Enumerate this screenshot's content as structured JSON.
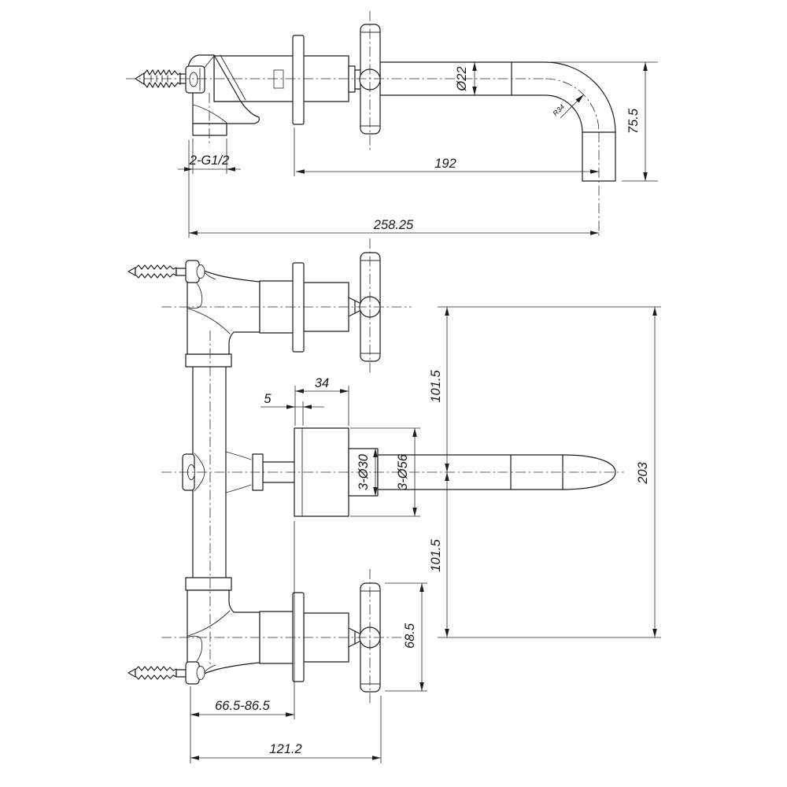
{
  "drawing": {
    "background": "#ffffff",
    "line_color": "#1c1c1c"
  },
  "side_view": {
    "dimensions": {
      "spout_outer_diameter": "Ø22",
      "bend_radius": "R34",
      "spout_drop_height": "75.5",
      "spout_projection": "192",
      "overall_projection": "258.25",
      "inlet_thread": "2-G1/2"
    }
  },
  "front_view": {
    "dimensions": {
      "escutcheon_depth": "34",
      "plate_offset": "5",
      "upper_pitch": "101.5",
      "lower_pitch": "101.5",
      "overall_height": "203",
      "bore_small": "3-Ø30",
      "bore_large": "3-Ø56",
      "handle_length": "68.5",
      "adjustable_depth_range": "66.5-86.5",
      "overall_depth": "121.2"
    }
  }
}
